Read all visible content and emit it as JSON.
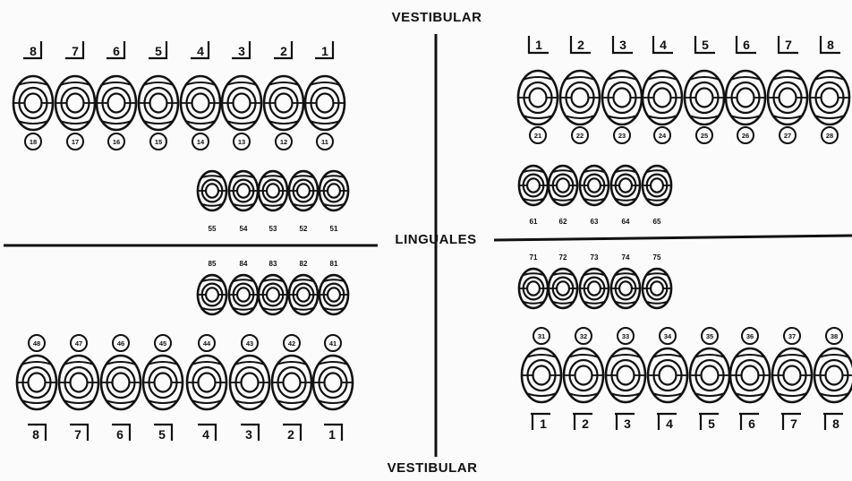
{
  "labels": {
    "top": "VESTIBULAR",
    "middle": "LINGUALES",
    "bottom": "VESTIBULAR"
  },
  "quadrants": {
    "upper_right": {
      "box_numbers": [
        "8",
        "7",
        "6",
        "5",
        "4",
        "3",
        "2",
        "1"
      ],
      "permanent_codes": [
        "18",
        "17",
        "16",
        "15",
        "14",
        "13",
        "12",
        "11"
      ],
      "primary_codes": [
        "55",
        "54",
        "53",
        "52",
        "51"
      ]
    },
    "upper_left": {
      "box_numbers": [
        "1",
        "2",
        "3",
        "4",
        "5",
        "6",
        "7",
        "8"
      ],
      "permanent_codes": [
        "21",
        "22",
        "23",
        "24",
        "25",
        "26",
        "27",
        "28"
      ],
      "primary_codes": [
        "61",
        "62",
        "63",
        "64",
        "65"
      ]
    },
    "lower_right": {
      "box_numbers": [
        "8",
        "7",
        "6",
        "5",
        "4",
        "3",
        "2",
        "1"
      ],
      "permanent_codes": [
        "48",
        "47",
        "46",
        "45",
        "44",
        "43",
        "42",
        "41"
      ],
      "primary_codes": [
        "85",
        "84",
        "83",
        "82",
        "81"
      ]
    },
    "lower_left": {
      "box_numbers": [
        "1",
        "2",
        "3",
        "4",
        "5",
        "6",
        "7",
        "8"
      ],
      "permanent_codes": [
        "31",
        "32",
        "33",
        "34",
        "35",
        "36",
        "37",
        "38"
      ],
      "primary_codes": [
        "71",
        "72",
        "73",
        "74",
        "75"
      ]
    }
  }
}
